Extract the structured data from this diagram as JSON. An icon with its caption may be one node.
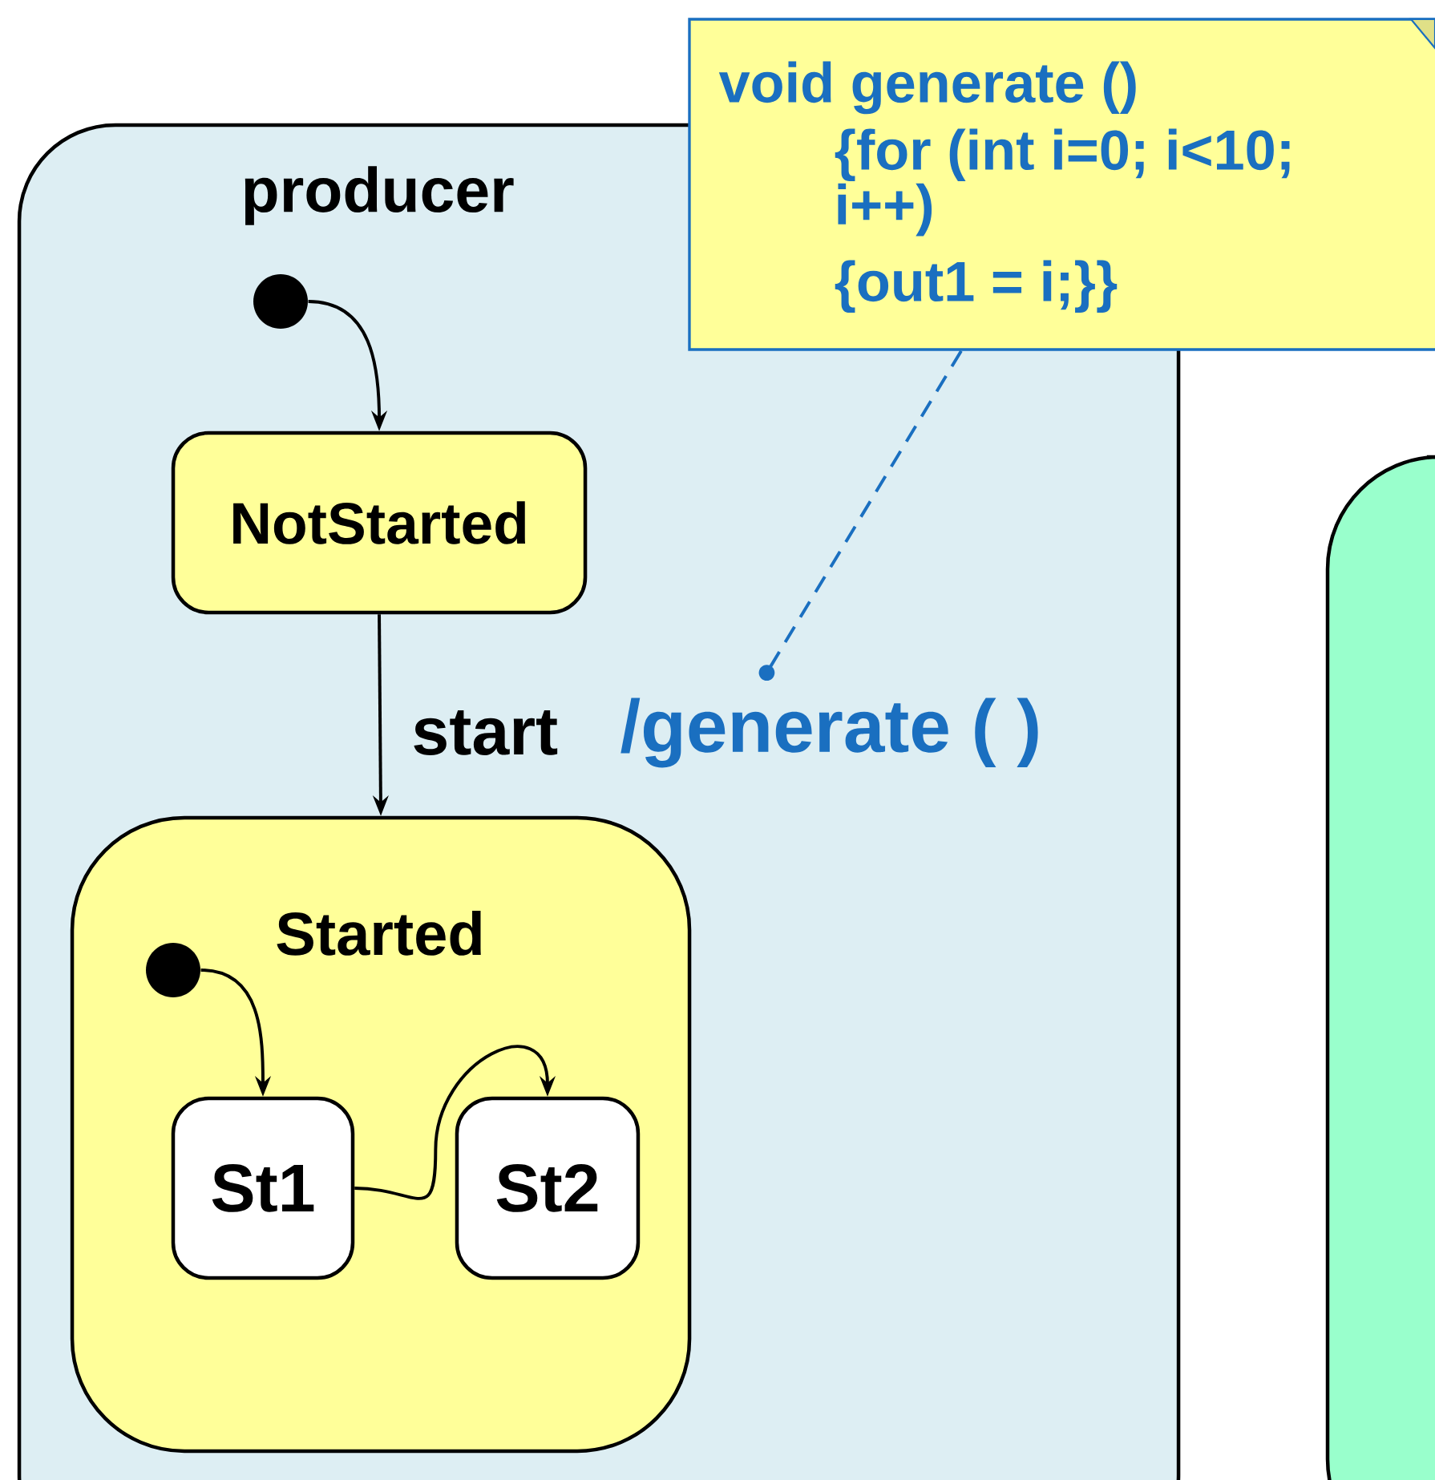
{
  "diagram": {
    "nodes": [
      {
        "text": [
          "producer"
        ]
      },
      {
        "text": [],
        "shape": "circle",
        "in": 0
      },
      {
        "text": [
          "NotStarted"
        ],
        "in": 0
      },
      {
        "text": [
          "Started"
        ],
        "in": 0
      },
      {
        "text": [],
        "shape": "circle",
        "in": 3
      },
      {
        "text": [
          "St1"
        ],
        "in": 3
      },
      {
        "text": [
          "St2"
        ],
        "in": 3
      },
      {
        "text": [
          "void generate ()",
          "{for (int i=0; i<10; i++)",
          "{out1 = i;}}"
        ]
      },
      {
        "text": [],
        "shape": "box"
      },
      {
        "text": [
          "/generate ( )"
        ],
        "in": 0
      }
    ],
    "edges": [
      {
        "from": 1,
        "to": 2,
        "arrow": "to"
      },
      {
        "from": 2,
        "to": 3,
        "arrow": "to",
        "label": "start"
      },
      {
        "from": 4,
        "to": 5,
        "arrow": "to"
      },
      {
        "from": 5,
        "to": 6,
        "arrow": "to"
      },
      {
        "from": 7,
        "to": 9,
        "arrow": "other",
        "style": "dashed",
        "color": "#1a6fc0"
      }
    ]
  }
}
